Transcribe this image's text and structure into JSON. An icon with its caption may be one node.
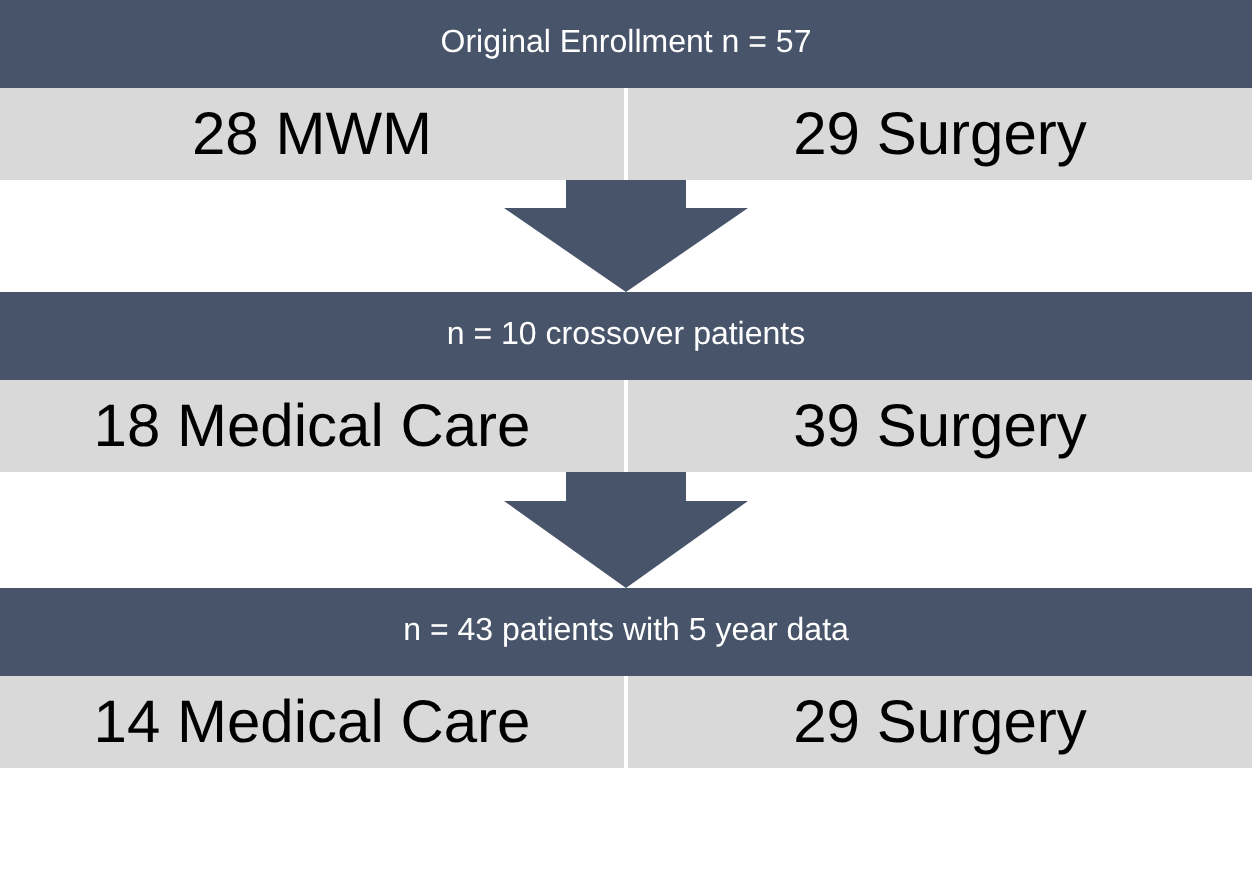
{
  "diagram": {
    "nodes": [
      {
        "text": [
          "Original Enrollment n = 57"
        ]
      },
      {
        "text": [
          "28 MWM"
        ],
        "in": 0
      },
      {
        "text": [
          "29 Surgery"
        ],
        "in": 0
      },
      {
        "text": [
          "n = 10 crossover patients"
        ]
      },
      {
        "text": [
          "18 Medical Care"
        ],
        "in": 3
      },
      {
        "text": [
          "39 Surgery"
        ],
        "in": 3
      },
      {
        "text": [
          "n = 43 patients with 5 year data"
        ]
      },
      {
        "text": [
          "14 Medical Care"
        ],
        "in": 6
      },
      {
        "text": [
          "29 Surgery"
        ],
        "in": 6
      }
    ],
    "edges": [
      {
        "from": 0,
        "to": 3,
        "arrow": "to"
      },
      {
        "from": 3,
        "to": 6,
        "arrow": "to"
      }
    ]
  }
}
